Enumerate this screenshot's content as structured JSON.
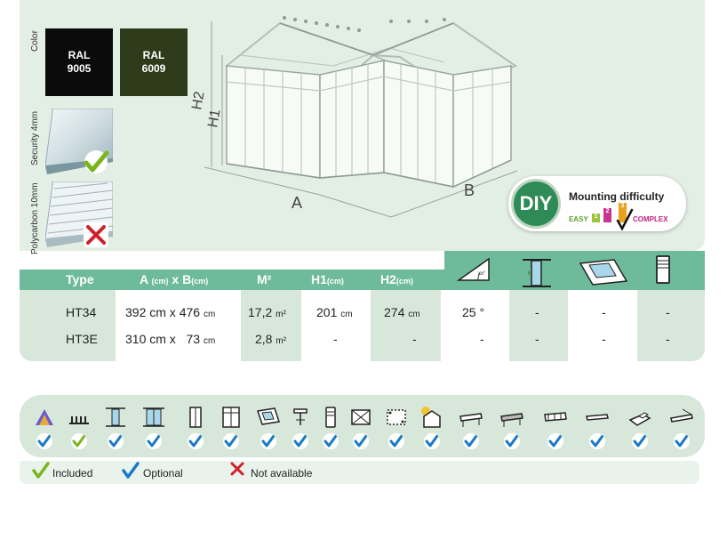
{
  "sidebar": {
    "color_label": "Color",
    "swatches": [
      {
        "line1": "RAL",
        "line2": "9005",
        "color": "#0b0b0b"
      },
      {
        "line1": "RAL",
        "line2": "6009",
        "color": "#2d3b1a"
      }
    ],
    "glazing": [
      {
        "label": "Security 4mm",
        "status": "included"
      },
      {
        "label": "Polycarbon 10mm",
        "status": "not-available"
      }
    ]
  },
  "drawing": {
    "label_a": "A",
    "label_b": "B",
    "label_h1": "H1",
    "label_h2": "H2"
  },
  "diy": {
    "badge": "DIY",
    "title": "Mounting difficulty",
    "easy": "EASY",
    "complex": "COMPLEX",
    "levels": [
      "1",
      "2",
      "3"
    ],
    "selected_level": 3
  },
  "table": {
    "headers": {
      "type": "Type",
      "dims_a": "A",
      "dims_a_unit": "(cm)",
      "dims_x": "x",
      "dims_b": "B",
      "dims_b_unit": "(cm)",
      "area": "M²",
      "h1": "H1",
      "h1_unit": "(cm)",
      "h2": "H2",
      "h2_unit": "(cm)",
      "roof_angle_icon": "roof-pitch-icon",
      "door_icon": "door-icon",
      "roof_window_icon": "roof-window-icon",
      "louvre_icon": "louvre-window-icon"
    },
    "roof_icon_text": "xx°",
    "rows": [
      {
        "type": "HT34",
        "a": "392 cm",
        "b": "476",
        "b_unit": "cm",
        "area": "17,2",
        "area_unit": "m²",
        "h1": "201",
        "h1_unit": "cm",
        "h2": "274",
        "h2_unit": "cm",
        "angle": "25 °",
        "door": "-",
        "roof_window": "-",
        "louvre": "-"
      },
      {
        "type": "HT3E",
        "a": "310 cm",
        "b": "73",
        "b_unit": "cm",
        "area": "2,8",
        "area_unit": "m²",
        "h1": "-",
        "h1_unit": "",
        "h2": "-",
        "h2_unit": "",
        "angle": "-",
        "door": "-",
        "roof_window": "-",
        "louvre": "-"
      }
    ]
  },
  "accessories": [
    {
      "icon": "color-palette-icon",
      "status": "optional"
    },
    {
      "icon": "roof-cresting-icon",
      "status": "included"
    },
    {
      "icon": "single-door-icon",
      "status": "optional"
    },
    {
      "icon": "double-door-icon",
      "status": "optional"
    },
    {
      "icon": "sliding-door-icon",
      "status": "optional"
    },
    {
      "icon": "double-sliding-door-icon",
      "status": "optional"
    },
    {
      "icon": "roof-window-icon",
      "status": "optional"
    },
    {
      "icon": "automatic-opener-icon",
      "status": "optional"
    },
    {
      "icon": "louvre-window-icon",
      "status": "optional"
    },
    {
      "icon": "shading-net-icon",
      "status": "optional"
    },
    {
      "icon": "base-frame-icon",
      "status": "optional"
    },
    {
      "icon": "greenhouse-heater-icon",
      "status": "optional"
    },
    {
      "icon": "shelf-icon",
      "status": "optional"
    },
    {
      "icon": "staging-icon",
      "status": "optional"
    },
    {
      "icon": "slatted-shelf-icon",
      "status": "optional"
    },
    {
      "icon": "bench-icon",
      "status": "optional"
    },
    {
      "icon": "potting-tray-icon",
      "status": "optional"
    },
    {
      "icon": "hanging-shelf-icon",
      "status": "optional"
    }
  ],
  "legend": {
    "included": "Included",
    "optional": "Optional",
    "not_available": "Not available"
  },
  "colors": {
    "included": "#7ab51d",
    "optional": "#1a79c7",
    "not_available": "#d0202a",
    "header": "#6ebb9b",
    "panel": "#d7e8db"
  }
}
